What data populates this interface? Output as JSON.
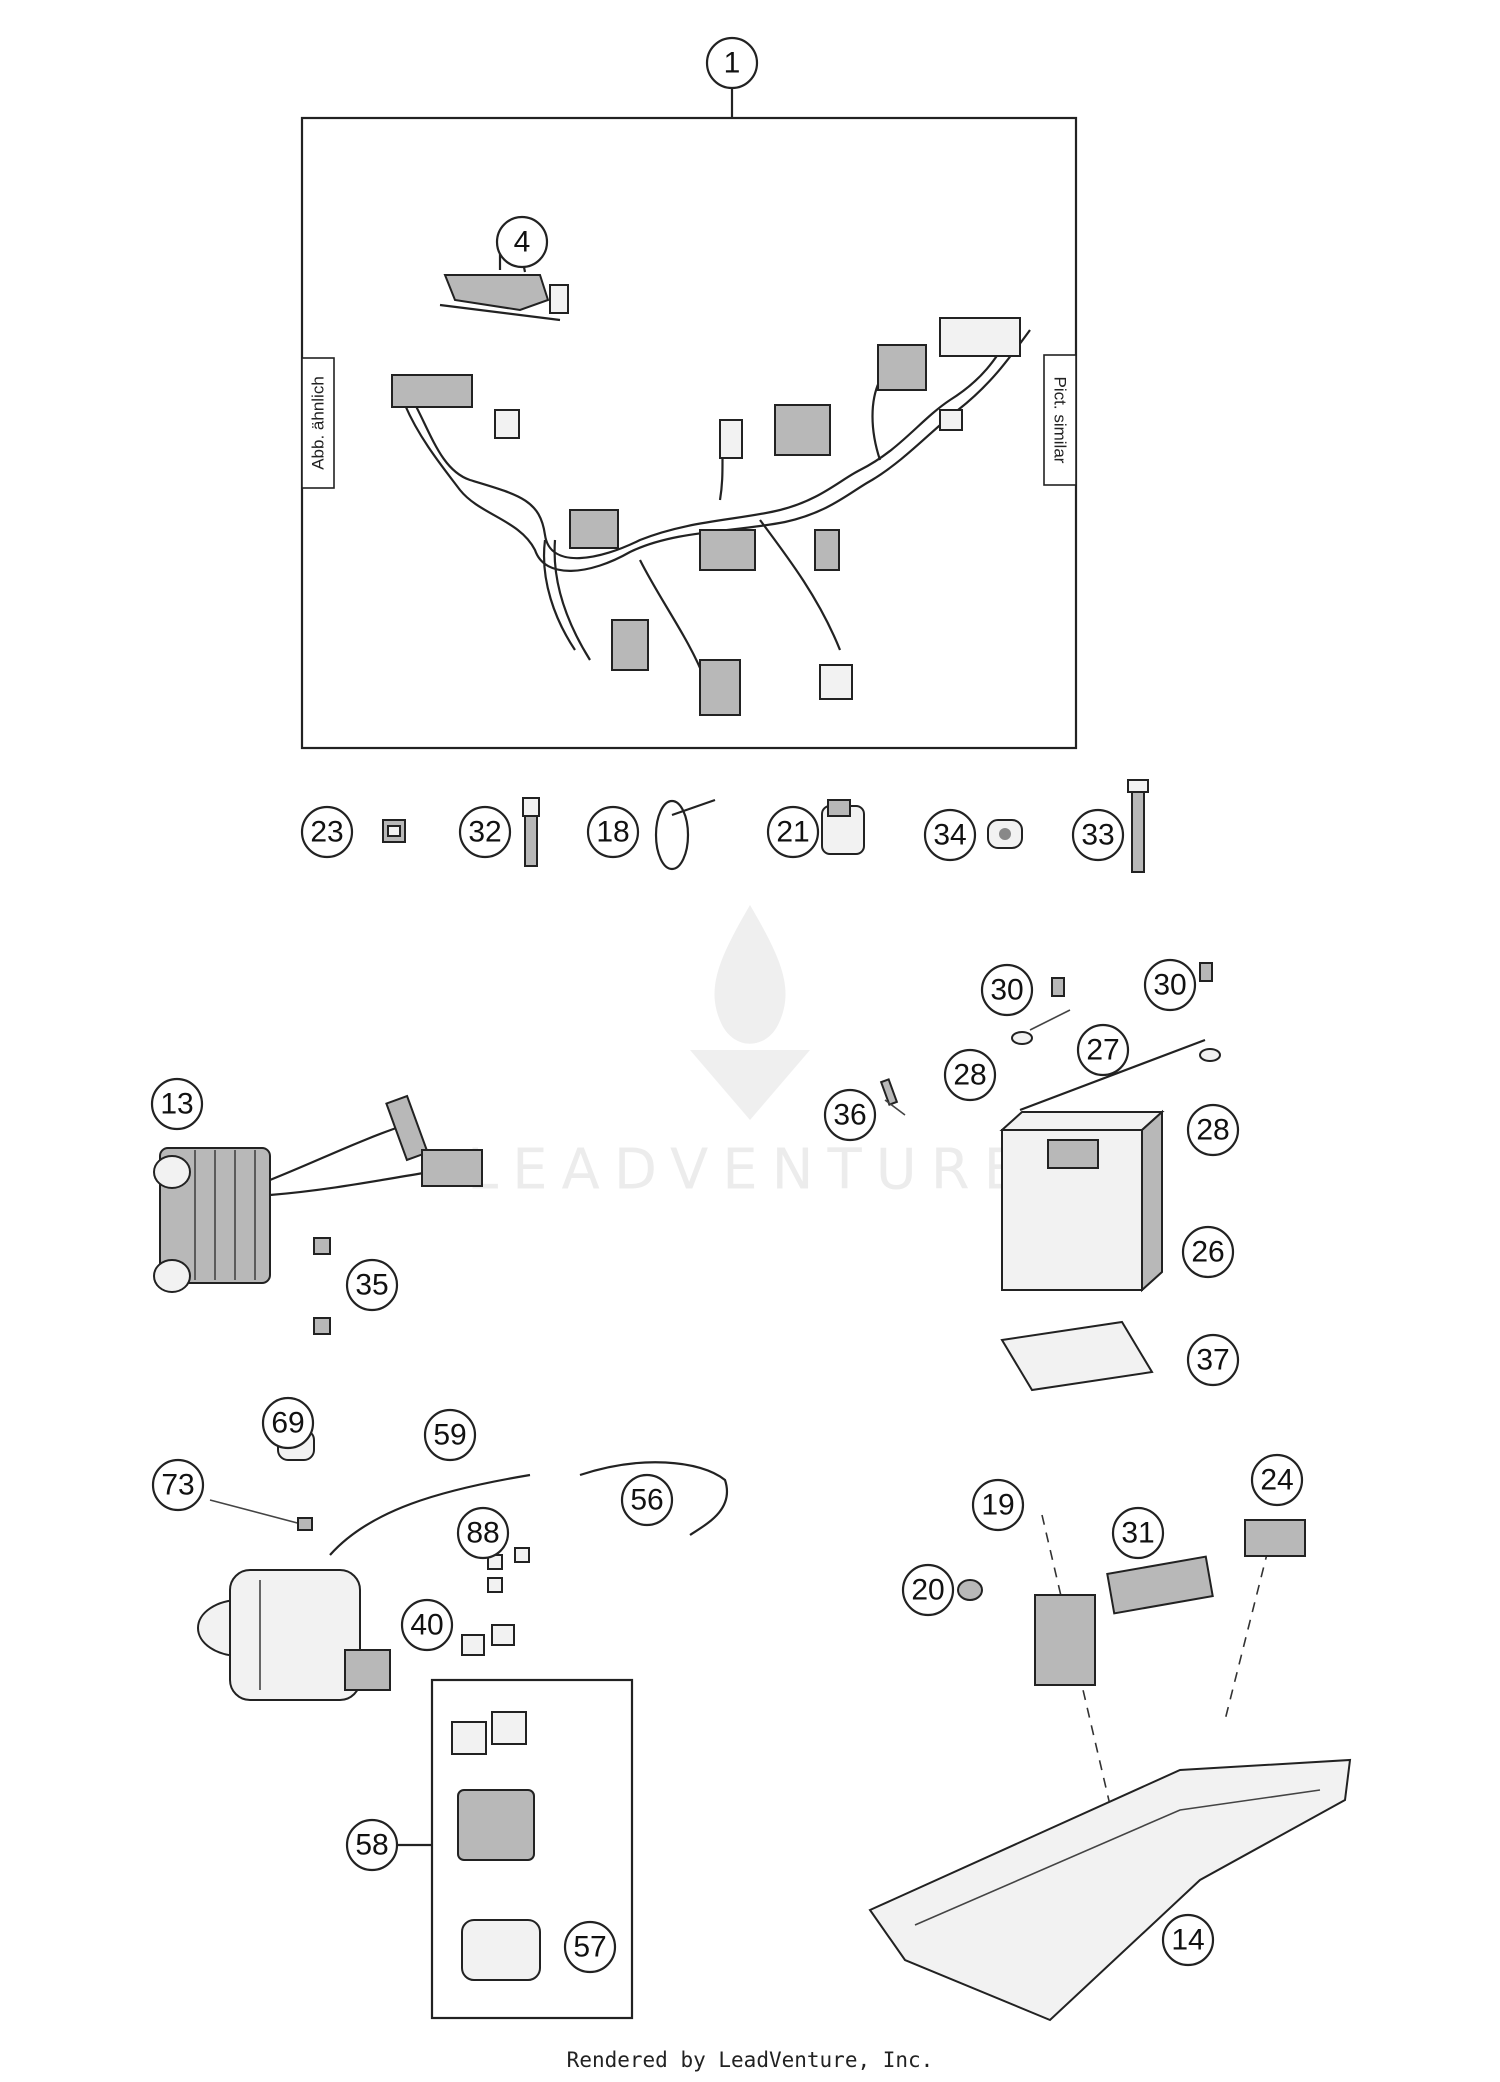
{
  "watermark": {
    "text": "LEADVENTURE"
  },
  "footer": {
    "text": "Rendered by LeadVenture, Inc."
  },
  "harness_box": {
    "label_left": "Abb. ähnlich",
    "label_right": "Pict. similar"
  },
  "callouts": {
    "c1": "1",
    "c4": "4",
    "c23": "23",
    "c32": "32",
    "c18": "18",
    "c21": "21",
    "c34": "34",
    "c33": "33",
    "c30a": "30",
    "c30b": "30",
    "c27": "27",
    "c28a": "28",
    "c28b": "28",
    "c36": "36",
    "c26": "26",
    "c37": "37",
    "c13": "13",
    "c35": "35",
    "c69": "69",
    "c59": "59",
    "c73": "73",
    "c56": "56",
    "c88": "88",
    "c40": "40",
    "c58": "58",
    "c57": "57",
    "c19": "19",
    "c31": "31",
    "c24": "24",
    "c20": "20",
    "c14": "14"
  }
}
